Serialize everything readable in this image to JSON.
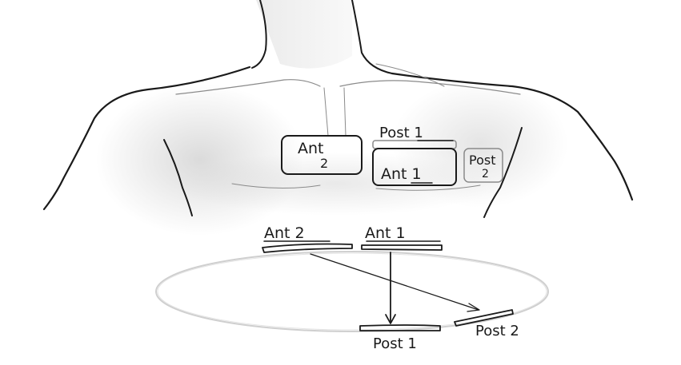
{
  "chest": {
    "pads": [
      {
        "id": "ant2",
        "line1": "Ant",
        "line2": "2"
      },
      {
        "id": "post1",
        "line1": "Post 1"
      },
      {
        "id": "ant1",
        "line1": "Ant 1"
      },
      {
        "id": "post2",
        "line1": "Post",
        "line2": "2"
      }
    ]
  },
  "schematic": {
    "labels": {
      "ant2": "Ant 2",
      "ant1": "Ant 1",
      "post1": "Post 1",
      "post2": "Post 2"
    }
  },
  "colors": {
    "ink": "#1a1a1a",
    "shading": "#d9d9d9",
    "ellipse": "#cfcfcf"
  }
}
